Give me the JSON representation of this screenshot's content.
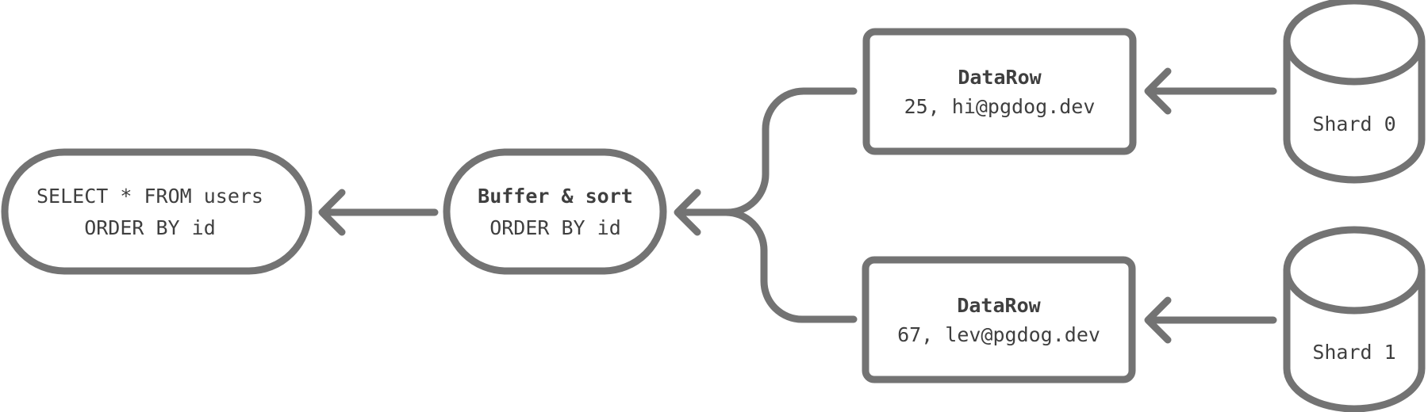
{
  "diagram": {
    "query_node": {
      "line1": "SELECT * FROM users",
      "line2": "ORDER BY id"
    },
    "buffer_node": {
      "line1": "Buffer & sort",
      "line2": "ORDER BY id"
    },
    "datarow_top": {
      "title": "DataRow",
      "value": "25, hi@pgdog.dev"
    },
    "datarow_bottom": {
      "title": "DataRow",
      "value": "67, lev@pgdog.dev"
    },
    "shard_top": {
      "label": "Shard 0"
    },
    "shard_bottom": {
      "label": "Shard 1"
    },
    "colors": {
      "stroke": "#737373",
      "text": "#3f3f3f",
      "background": "#ffffff"
    }
  }
}
